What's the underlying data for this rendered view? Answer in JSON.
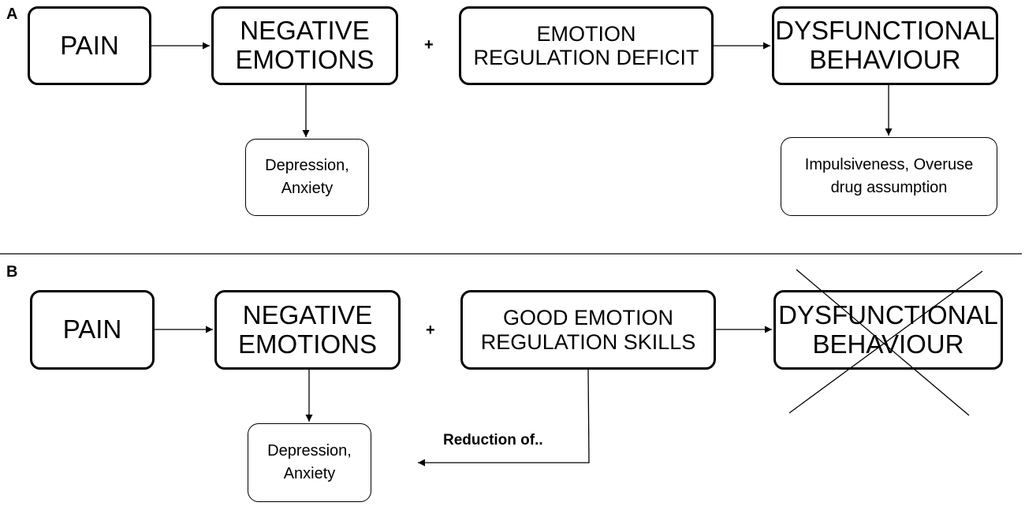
{
  "panel_a": {
    "label": "A",
    "pain": "PAIN",
    "negative_emotions": [
      "NEGATIVE",
      "EMOTIONS"
    ],
    "plus": "+",
    "emotion_regulation": [
      "EMOTION",
      "REGULATION DEFICIT"
    ],
    "dysfunctional": [
      "DYSFUNCTIONAL",
      "BEHAVIOUR"
    ],
    "depression": [
      "Depression,",
      "Anxiety"
    ],
    "impulsiveness": [
      "Impulsiveness, Overuse",
      "drug assumption"
    ]
  },
  "panel_b": {
    "label": "B",
    "pain": "PAIN",
    "negative_emotions": [
      "NEGATIVE",
      "EMOTIONS"
    ],
    "plus": "+",
    "good_regulation": [
      "GOOD EMOTION",
      "REGULATION SKILLS"
    ],
    "dysfunctional": [
      "DYSFUNCTIONAL",
      "BEHAVIOUR"
    ],
    "depression": [
      "Depression,",
      "Anxiety"
    ],
    "reduction_label": "Reduction of.."
  }
}
